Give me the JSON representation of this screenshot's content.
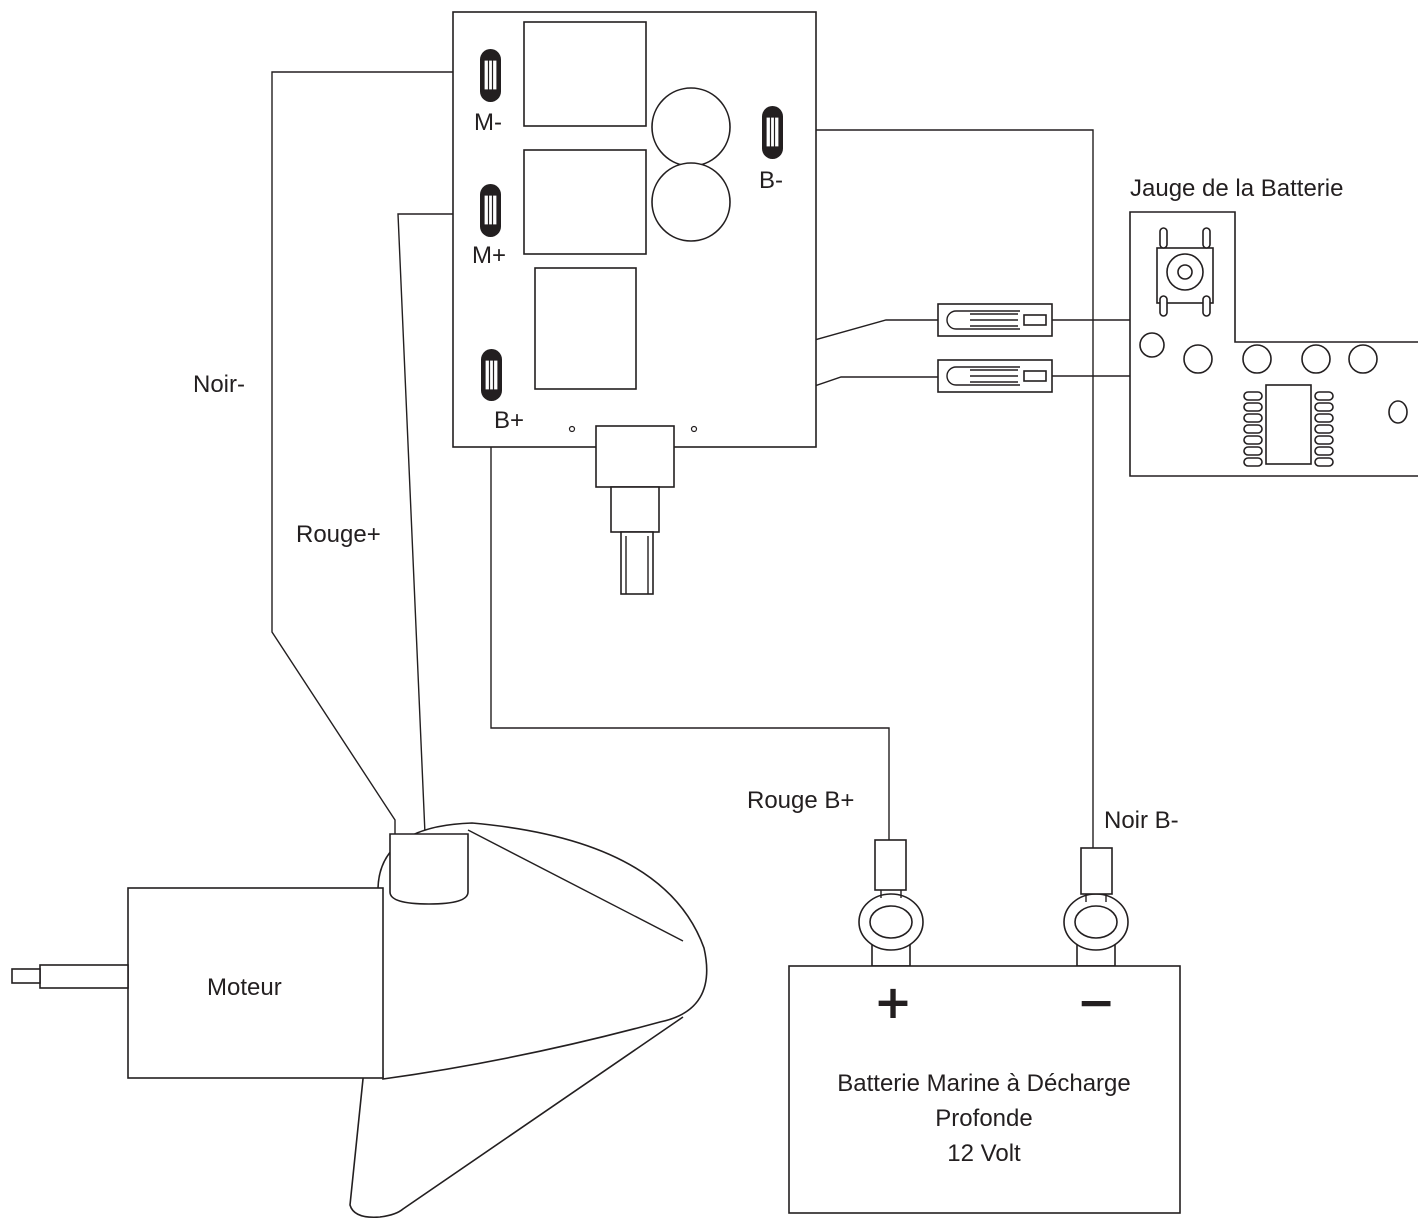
{
  "labels": {
    "m_minus": "M-",
    "m_plus": "M+",
    "b_plus": "B+",
    "b_minus": "B-",
    "gauge_title": "Jauge de la Batterie",
    "noir_minus": "Noir-",
    "rouge_plus": "Rouge+",
    "rouge_b_plus": "Rouge B+",
    "noir_b_minus": "Noir B-",
    "motor": "Moteur",
    "battery_plus_sign": "+",
    "battery_minus_sign": "−",
    "battery_line1": "Batterie Marine à Décharge",
    "battery_line2": "Profonde",
    "battery_line3": "12 Volt"
  },
  "colors": {
    "line": "#231f20",
    "background": "#ffffff"
  }
}
